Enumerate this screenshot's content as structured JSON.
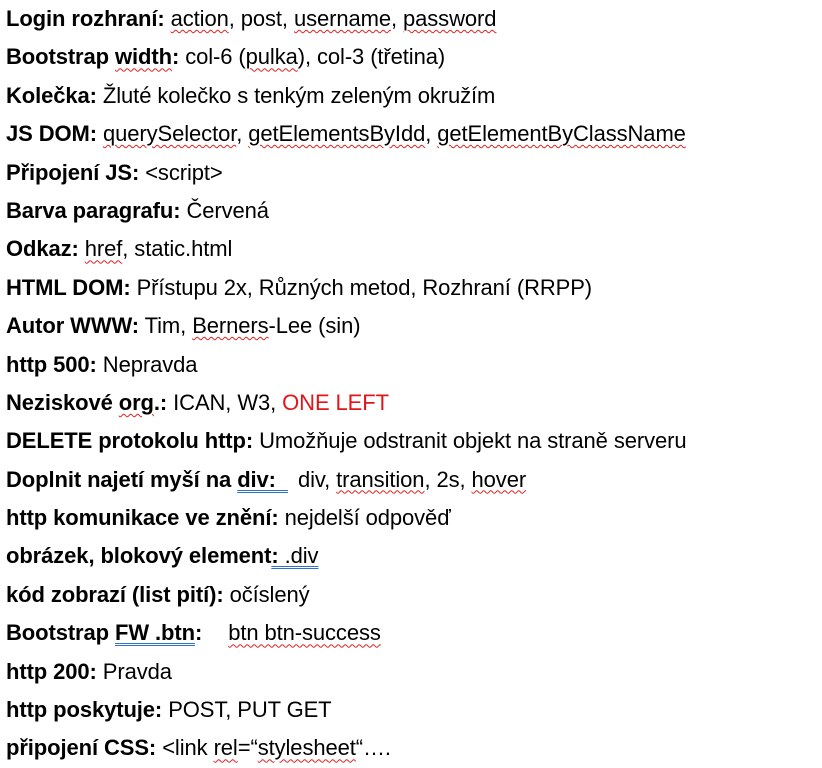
{
  "lines": [
    {
      "label": "Login rozhraní:",
      "parts": [
        "action",
        ", post, ",
        "username",
        ", ",
        "password"
      ]
    },
    {
      "label": "Bootstrap ",
      "label_b": "width",
      "label_c": ":",
      "parts": [
        "col-6 (",
        "pulka",
        "), col-3 (třetina)"
      ]
    },
    {
      "label": "Kolečka:",
      "parts": [
        "Žluté kolečko s tenkým zeleným okružím"
      ]
    },
    {
      "label": "JS DOM:",
      "parts": [
        "querySelector",
        ", ",
        "getElementsByIdd",
        ", ",
        "getElementByClassName"
      ]
    },
    {
      "label": "Připojení JS:",
      "parts": [
        "<script>"
      ]
    },
    {
      "label": "Barva paragrafu:",
      "parts": [
        "Červená"
      ]
    },
    {
      "label": "Odkaz:",
      "parts": [
        "href",
        ", static.html"
      ]
    },
    {
      "label": "HTML DOM:",
      "parts": [
        "Přístupu 2x, Různých metod, Rozhraní (RRPP)"
      ]
    },
    {
      "label": "Autor WWW:",
      "parts": [
        "Tim, ",
        "Berners",
        "-Lee (sin)"
      ]
    },
    {
      "label": "http 500:",
      "parts": [
        "Nepravda"
      ]
    },
    {
      "label": "Neziskové ",
      "label_b": "org",
      "label_c": ".:",
      "parts": [
        "ICAN, W3, ",
        "ONE LEFT"
      ]
    },
    {
      "label": "DELETE protokolu http:",
      "parts": [
        "Umožňuje odstranit objekt na straně serveru"
      ]
    },
    {
      "label": "Doplnit najetí myší na ",
      "label_b": "div:  ",
      "parts": [
        "div, ",
        "transition",
        ", 2s, ",
        "hover"
      ]
    },
    {
      "label": "http komunikace ve znění:",
      "parts": [
        "nejdelší odpověď"
      ]
    },
    {
      "label": "obrázek, blokový element",
      "label_b": ":",
      "parts": [
        " .div"
      ]
    },
    {
      "label": "kód zobrazí (list pití):",
      "parts": [
        "očíslený"
      ]
    },
    {
      "label": "Bootstrap ",
      "label_b": "FW .btn",
      "label_c": ":",
      "parts": [
        "btn btn-success"
      ]
    },
    {
      "label": "http 200:",
      "parts": [
        "Pravda"
      ]
    },
    {
      "label": "http poskytuje:",
      "parts": [
        "POST, PUT GET"
      ]
    },
    {
      "label": "připojení CSS:",
      "parts": [
        "<link ",
        "rel",
        "=“",
        "stylesheet",
        "“…."
      ]
    }
  ],
  "colors": {
    "text": "#000000",
    "highlight_red": "#e0161b",
    "spell_underline": "#e02020",
    "grammar_underline": "#2f6fcf"
  }
}
